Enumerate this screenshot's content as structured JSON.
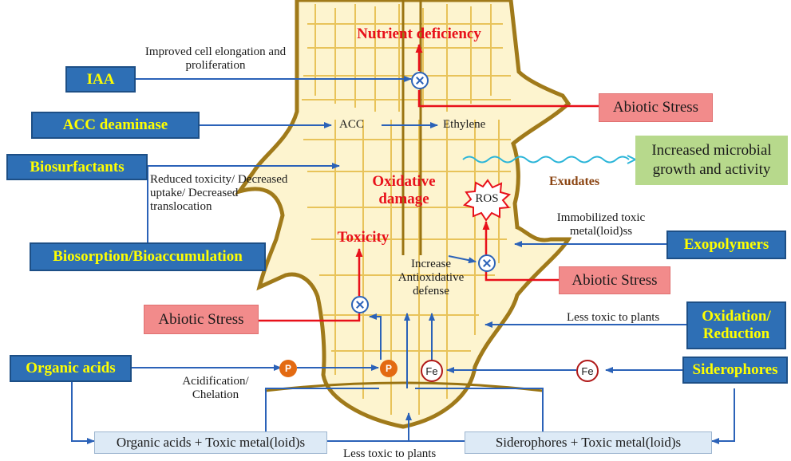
{
  "nodes": {
    "iaa": "IAA",
    "acc_deaminase": "ACC deaminase",
    "biosurfactants": "Biosurfactants",
    "biosorption": "Biosorption/Bioaccumulation",
    "organic_acids": "Organic acids",
    "exopolymers": "Exopolymers",
    "oxidation_reduction": "Oxidation/ Reduction",
    "siderophores": "Siderophores",
    "abiotic_stress": "Abiotic Stress",
    "microbial_growth": "Increased microbial growth and activity",
    "org_acid_complex": "Organic acids + Toxic metal(loid)s",
    "sidero_complex": "Siderophores + Toxic metal(loid)s"
  },
  "effects": {
    "nutrient_deficiency": "Nutrient deficiency",
    "oxidative_damage": "Oxidative damage",
    "toxicity": "Toxicity",
    "ros": "ROS",
    "exudates": "Exudates"
  },
  "labels": {
    "cell_elongation": "Improved cell elongation and proliferation",
    "acc": "ACC",
    "ethylene": "Ethylene",
    "reduced_toxicity": "Reduced toxicity/ Decreased uptake/ Decreased translocation",
    "immobilized": "Immobilized toxic metal(loid)ss",
    "antioxidative": "Increase Antioxidative defense",
    "less_toxic_right": "Less toxic to plants",
    "acidification": "Acidification/ Chelation",
    "less_toxic_bottom": "Less toxic to plants",
    "p_symbol": "P",
    "fe_symbol": "Fe"
  },
  "colors": {
    "box_blue": "#2e6fb5",
    "box_text_yellow": "#ffff00",
    "stress_red": "#f28b8b",
    "inhibit_red": "#e8101a",
    "arrow_blue": "#2b62b8",
    "root_brown": "#a07a1a",
    "root_fill": "#fdf4cf",
    "growth_green": "#b7d98c",
    "exudate_wave": "#2bb5d8"
  },
  "icons": [
    "x-circle-icon",
    "phosphate-icon",
    "iron-icon",
    "ros-burst-icon",
    "wave-icon"
  ]
}
